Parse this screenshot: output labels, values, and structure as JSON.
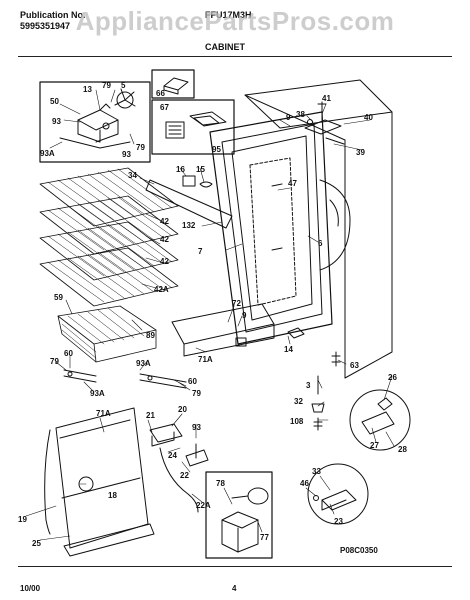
{
  "header": {
    "publication_label": "Publication No.",
    "publication_number": "5995351947",
    "model": "FFU17M3H",
    "section": "CABINET"
  },
  "watermark": "AppliancePartsPros.com",
  "diagram_code": "P08C0350",
  "footer": {
    "date": "10/00",
    "page": "4"
  },
  "part_labels": [
    "5",
    "79",
    "13",
    "66",
    "50",
    "93",
    "93A",
    "79",
    "93",
    "67",
    "95",
    "41",
    "38",
    "9",
    "40",
    "39",
    "16",
    "15",
    "34",
    "47",
    "7",
    "132",
    "42",
    "42",
    "42",
    "42A",
    "6",
    "59",
    "89",
    "72",
    "9",
    "71A",
    "60",
    "79",
    "93A",
    "93A",
    "60",
    "79",
    "14",
    "63",
    "3",
    "26",
    "32",
    "108",
    "27",
    "28",
    "71A",
    "21",
    "20",
    "93",
    "24",
    "22",
    "22A",
    "18",
    "19",
    "25",
    "78",
    "77",
    "33",
    "46",
    "23"
  ]
}
